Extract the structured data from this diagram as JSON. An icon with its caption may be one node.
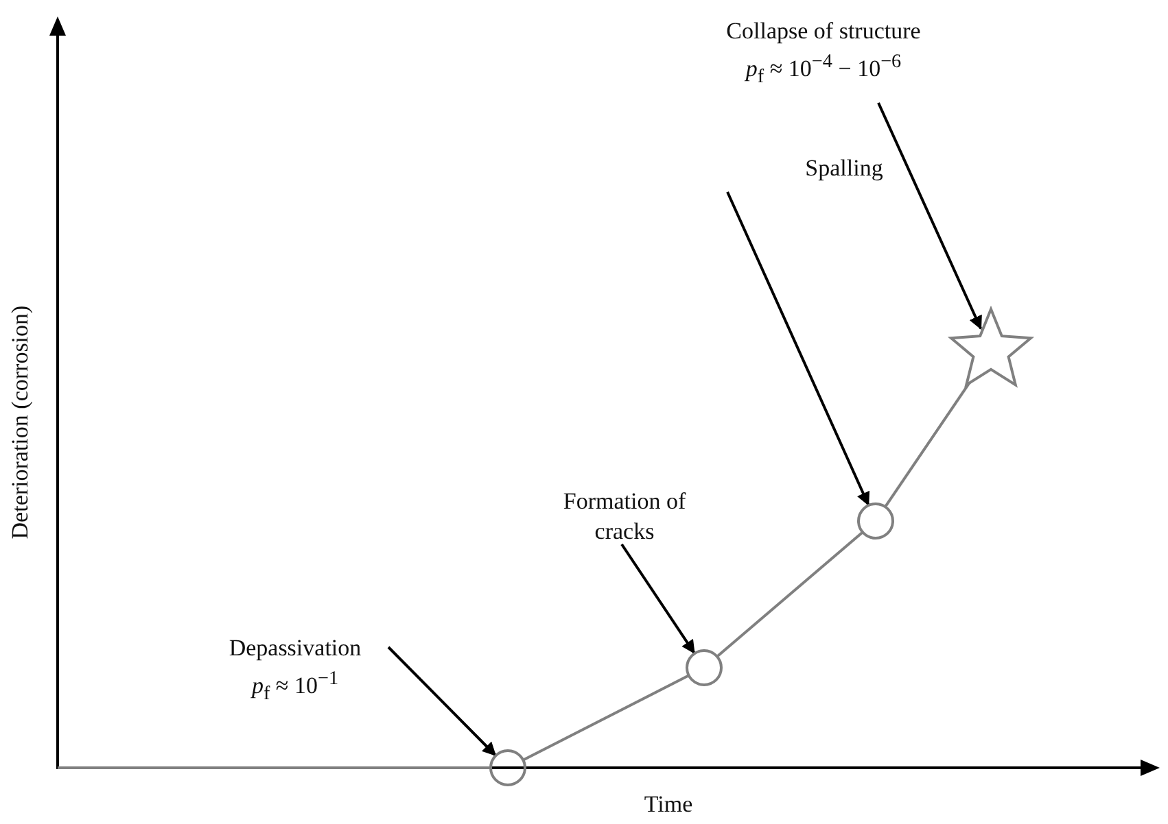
{
  "diagram": {
    "nodes": [
      {
        "text": [
          "Collapse of structure",
          "*p*$_{f}$ ≈ 10$^{−4}$ − 10$^{−6}$"
        ]
      },
      {
        "text": [
          "Spalling"
        ]
      },
      {
        "text": [
          "Formation of cracks"
        ]
      },
      {
        "text": [
          "Depassivation",
          "*p*$_{f}$ ≈ 10$^{−1}$"
        ]
      },
      {
        "text": [],
        "shape": "circle"
      },
      {
        "text": [],
        "shape": "circle"
      },
      {
        "text": [],
        "shape": "circle"
      },
      {
        "text": [],
        "shape": "star"
      }
    ],
    "edges": [
      {
        "from": 0,
        "to": 7,
        "arrow": "to",
        "color": "#000000"
      },
      {
        "from": 1,
        "to": 6,
        "arrow": "to",
        "color": "#000000"
      },
      {
        "from": 2,
        "to": 5,
        "arrow": "to",
        "color": "#000000"
      },
      {
        "from": 3,
        "to": 4,
        "arrow": "to",
        "color": "#000000"
      },
      {
        "from": null,
        "to": 4,
        "arrow": "none",
        "color": "#808080"
      },
      {
        "from": 4,
        "to": 5,
        "arrow": "none",
        "color": "#808080"
      },
      {
        "from": 5,
        "to": 6,
        "arrow": "none",
        "color": "#808080"
      },
      {
        "from": 6,
        "to": 7,
        "arrow": "none",
        "color": "#808080"
      }
    ],
    "labels": [
      "Deterioration (corrosion)",
      "Time"
    ]
  }
}
